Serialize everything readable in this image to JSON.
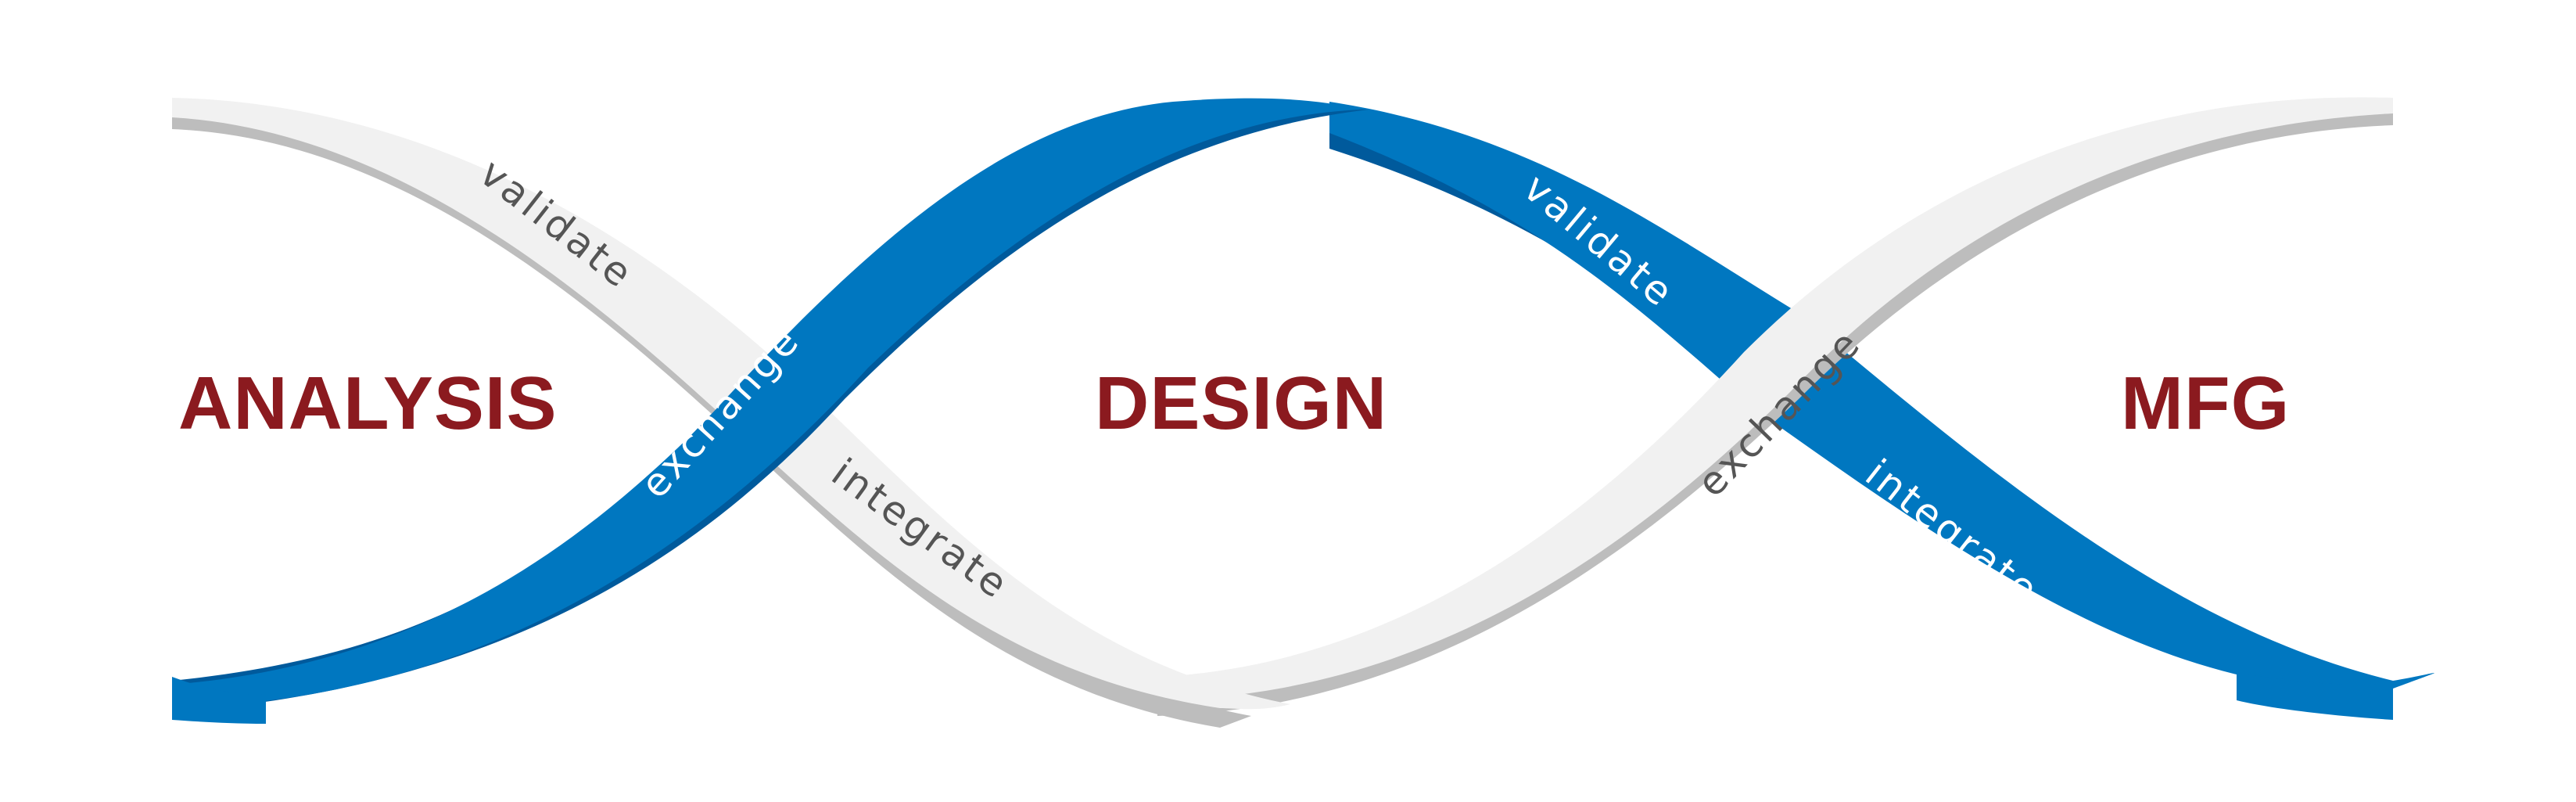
{
  "stages": {
    "analysis": "ANALYSIS",
    "design": "DESIGN",
    "mfg": "MFG"
  },
  "ribbon_words": {
    "validate_left": "validate",
    "exchange_left": "exchange",
    "integrate_left": "integrate",
    "validate_right": "validate",
    "exchange_right": "exchange",
    "integrate_right": "integrate"
  },
  "colors": {
    "stage_text": "#8b1a1f",
    "blue_ribbon": "#0077c0",
    "blue_ribbon_dark": "#005a9c",
    "gray_ribbon": "#f1f1f1",
    "gray_ribbon_edge": "#bdbdbd",
    "word_on_blue": "#ffffff",
    "word_on_gray": "#555555"
  }
}
